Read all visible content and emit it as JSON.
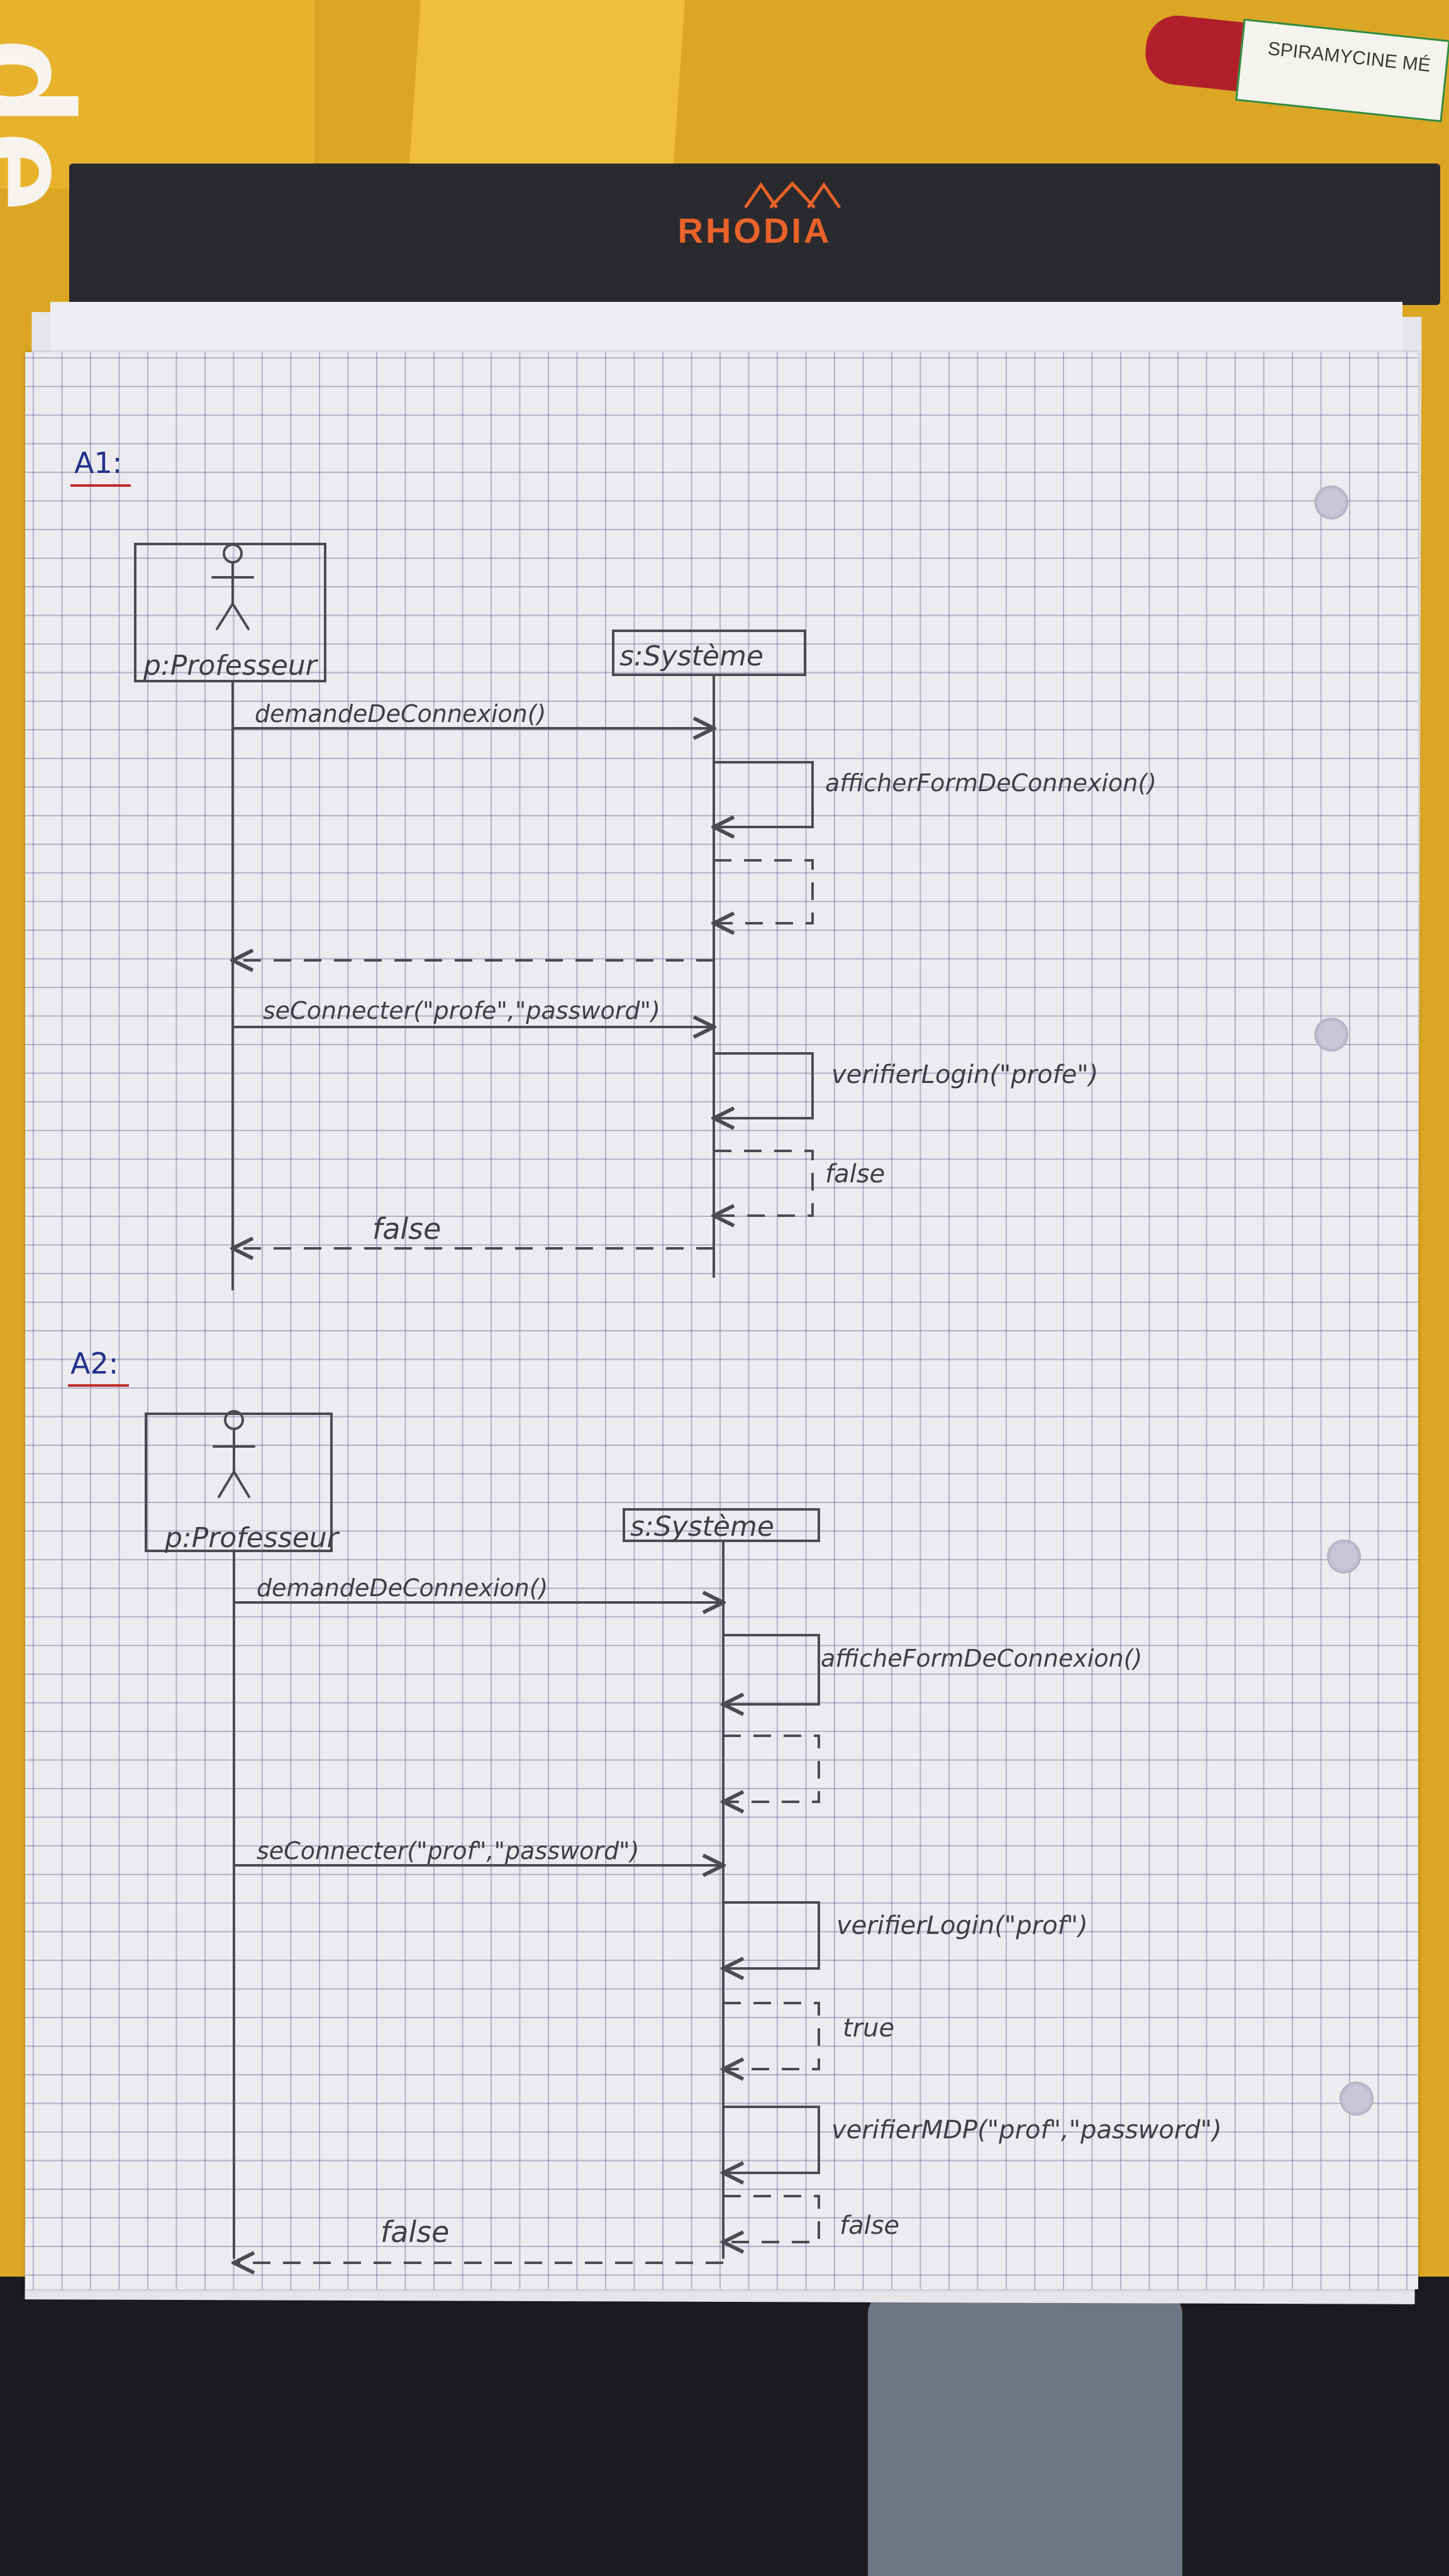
{
  "notepad": {
    "brand": "RHODIA"
  },
  "medicine": {
    "label": "SPIRAMYCINE MÉ"
  },
  "background": {
    "logo_text": "de"
  },
  "diagrams": [
    {
      "id": "A1",
      "label": "A1:",
      "actor": {
        "name": "p:Professeur"
      },
      "system": {
        "name": "s:Système"
      },
      "messages": [
        {
          "text": "demandeDeConnexion()",
          "kind": "call",
          "direction": "actor-to-system"
        },
        {
          "text": "afficherFormDeConnexion()",
          "kind": "self-call",
          "direction": "system-self"
        },
        {
          "text": "",
          "kind": "return",
          "direction": "system-to-actor"
        },
        {
          "text": "seConnecter(\"profe\",\"password\")",
          "kind": "call",
          "direction": "actor-to-system"
        },
        {
          "text": "verifierLogin(\"profe\")",
          "kind": "self-call",
          "direction": "system-self"
        },
        {
          "text": "false",
          "kind": "self-return",
          "direction": "system-self"
        },
        {
          "text": "false",
          "kind": "return",
          "direction": "system-to-actor"
        }
      ]
    },
    {
      "id": "A2",
      "label": "A2:",
      "actor": {
        "name": "p:Professeur"
      },
      "system": {
        "name": "s:Système"
      },
      "messages": [
        {
          "text": "demandeDeConnexion()",
          "kind": "call",
          "direction": "actor-to-system"
        },
        {
          "text": "afficheFormDeConnexion()",
          "kind": "self-call",
          "direction": "system-self"
        },
        {
          "text": "seConnecter(\"prof\",\"password\")",
          "kind": "call",
          "direction": "actor-to-system"
        },
        {
          "text": "verifierLogin(\"prof\")",
          "kind": "self-call",
          "direction": "system-self"
        },
        {
          "text": "true",
          "kind": "self-return",
          "direction": "system-self"
        },
        {
          "text": "verifierMDP(\"prof\",\"password\")",
          "kind": "self-call",
          "direction": "system-self"
        },
        {
          "text": "false",
          "kind": "self-return",
          "direction": "system-self"
        },
        {
          "text": "false",
          "kind": "return",
          "direction": "system-to-actor"
        }
      ]
    }
  ]
}
